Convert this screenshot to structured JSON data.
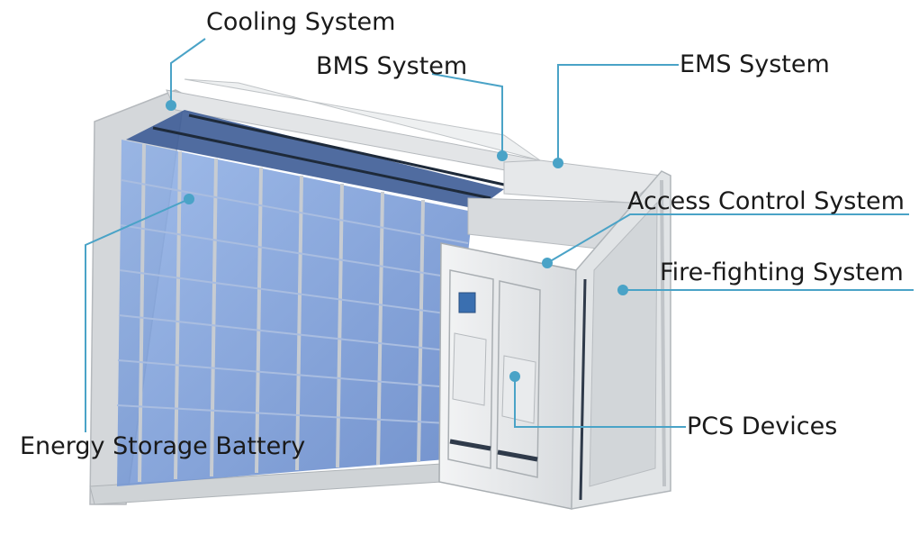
{
  "labels": {
    "cooling": "Cooling System",
    "bms": "BMS System",
    "ems": "EMS System",
    "access": "Access Control System",
    "fire": "Fire-fighting System",
    "pcs": "PCS Devices",
    "battery": "Energy Storage Battery"
  },
  "colors": {
    "leader": "#4aa3c7",
    "frame": "#d9dcde",
    "frame_dark": "#a9aeb2",
    "battery": "#6b8fd1",
    "rack": "#2f3a4a"
  }
}
